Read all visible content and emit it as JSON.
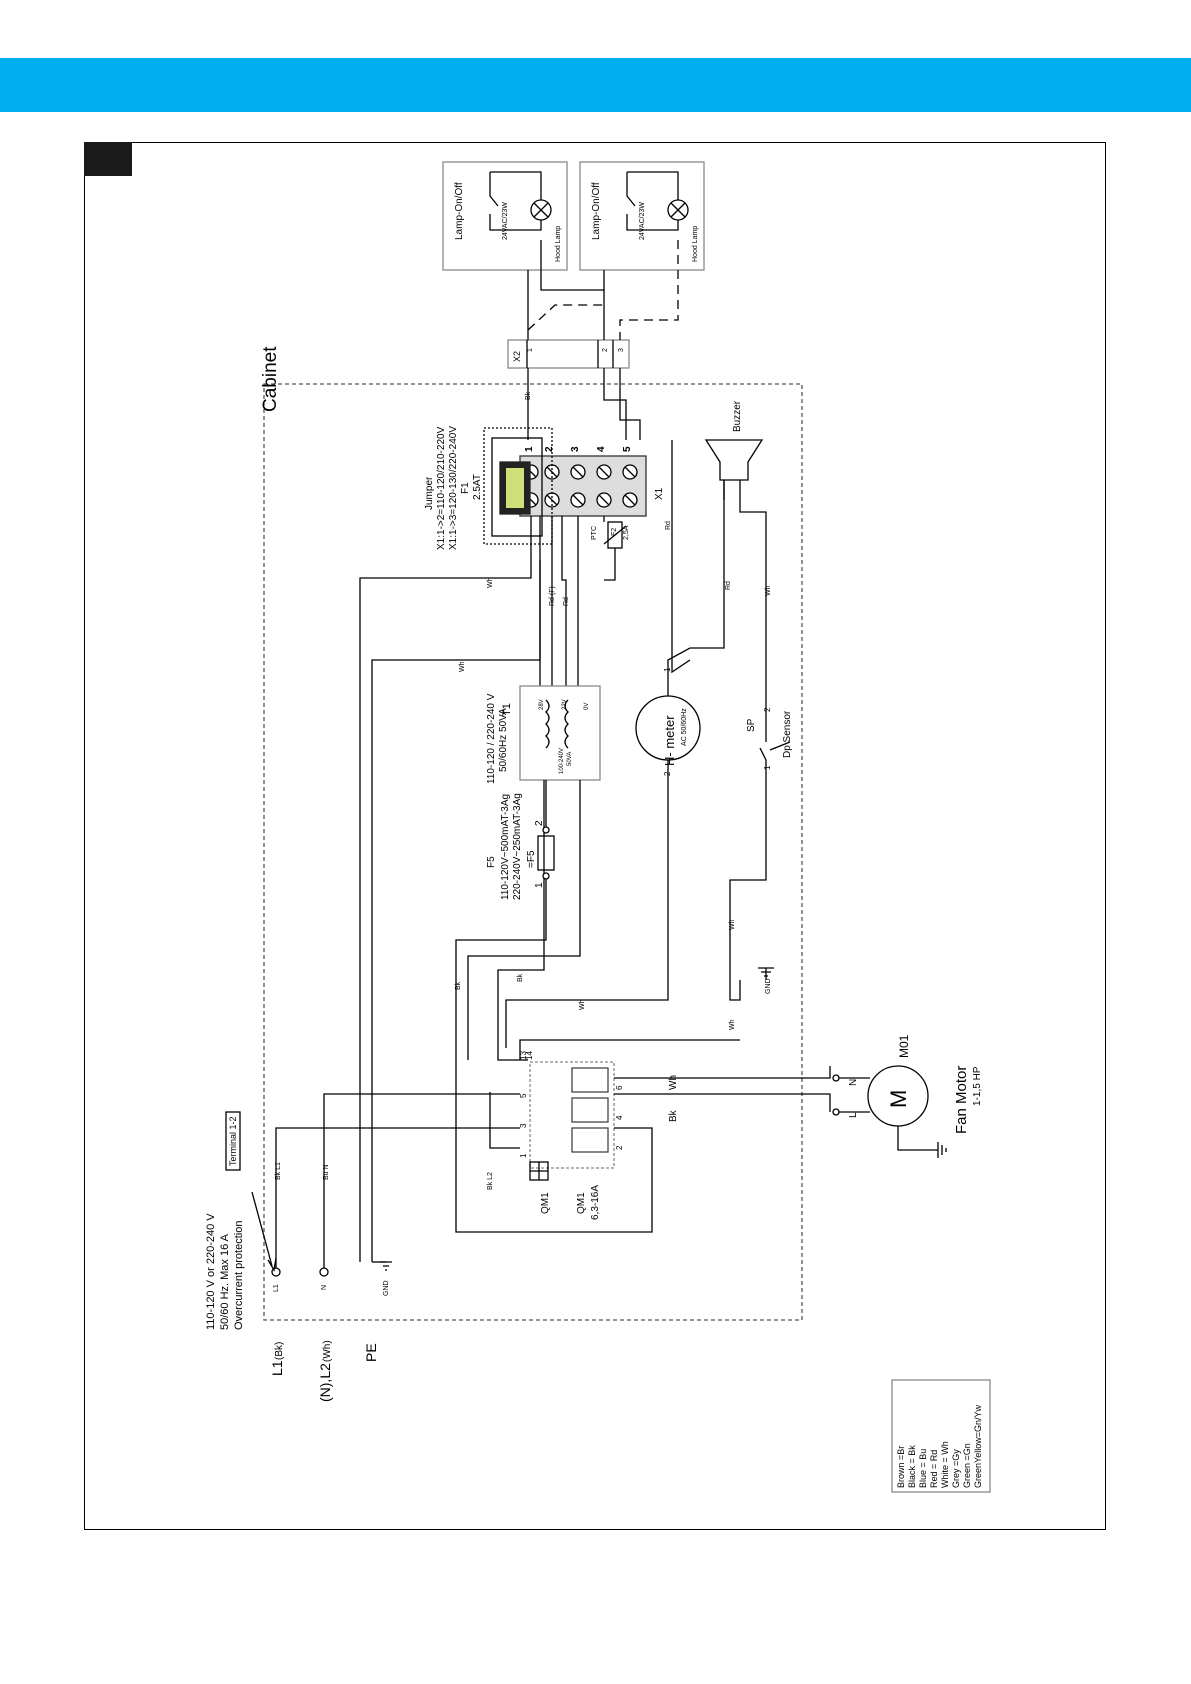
{
  "header": {
    "band_color": "#00AEEF"
  },
  "cabinet": {
    "label": "Cabinet"
  },
  "power": {
    "spec_line1": "110-120 V or 220-240 V",
    "spec_line2": "50/60 Hz.  Max 16 A",
    "spec_line3": "Overcurrent protection",
    "l1": "L1",
    "l1_color": "(Bk)",
    "n": "(N),L2",
    "n_color": "(Wh)",
    "pe": "PE",
    "term_l1": "L1",
    "term_n": "N",
    "term_gnd": "GND",
    "terminal_label": "Terminal   1-2"
  },
  "x1": {
    "name": "X1",
    "pins": [
      "1",
      "2",
      "3",
      "4",
      "5"
    ],
    "jumper_title": "Jumper",
    "jumper_line1": "X1:1->2=110-120/210-220V",
    "jumper_line2": "X1:1->3=120-130/220-240V",
    "f1_name": "F1",
    "f1_rating": "2.5AT",
    "ptc": "PTC",
    "f2_name": "F2",
    "f2_rating": "2,5A"
  },
  "x2": {
    "name": "X2",
    "pins": [
      "1",
      "2",
      "3"
    ]
  },
  "lamps": {
    "switch_label": "Lamp-On/Off",
    "rating": "24VAC/23W",
    "lamp_label": "Hood Lamp"
  },
  "buzzer": {
    "label": "Buzzer"
  },
  "transformer": {
    "name": "T1",
    "spec1": "110-120 / 220-240 V",
    "spec2": "50/60Hz 50VA",
    "tap_28": "28V",
    "tap_22": "22V",
    "tap_0": "0V",
    "primary": "100-240V",
    "primary_va": "50VA"
  },
  "f5": {
    "name": "F5",
    "tag": "=F5",
    "line1": "110-120V~500mAT-3Ag",
    "line2": "220-240V~250mAT-3Ag",
    "pin1": "1",
    "pin2": "2"
  },
  "hmeter": {
    "name": "H- meter",
    "spec": "AC 50/60Hz",
    "pin1": "1",
    "pin2": "2"
  },
  "sensor": {
    "tag": "SP",
    "name": "Dp Sensor",
    "pin1": "1",
    "pin2": "2"
  },
  "qm1": {
    "tag": "QM1",
    "name": "QM1",
    "rating": "6,3-16A",
    "pins_top": [
      "1",
      "3",
      "5",
      "13"
    ],
    "pins_bottom": [
      "2",
      "4",
      "6",
      "14"
    ]
  },
  "motor": {
    "tag": "M01",
    "name": "Fan Motor",
    "power": "1-1,5 HP",
    "l": "L",
    "n": "N",
    "wh": "Wh",
    "bk": "Bk"
  },
  "wires": {
    "bk": "Bk",
    "wh": "Wh",
    "bu": "Bu",
    "rd": "Rd",
    "bk_l1": "Bk L1",
    "bu_n": "Bu N",
    "bk_l2": "Bk L2",
    "gnd": "GND",
    "rd_f": "Rd (F)",
    "bk_t": "Bk"
  },
  "legend": {
    "lines": [
      "Brown  =Br",
      "Black = Bk",
      "Blue = Bu",
      "Red = Rd",
      "White = Wh",
      "Grey =Gy",
      "Green =Gn",
      "GreenYellow=Gn/Yw"
    ]
  }
}
